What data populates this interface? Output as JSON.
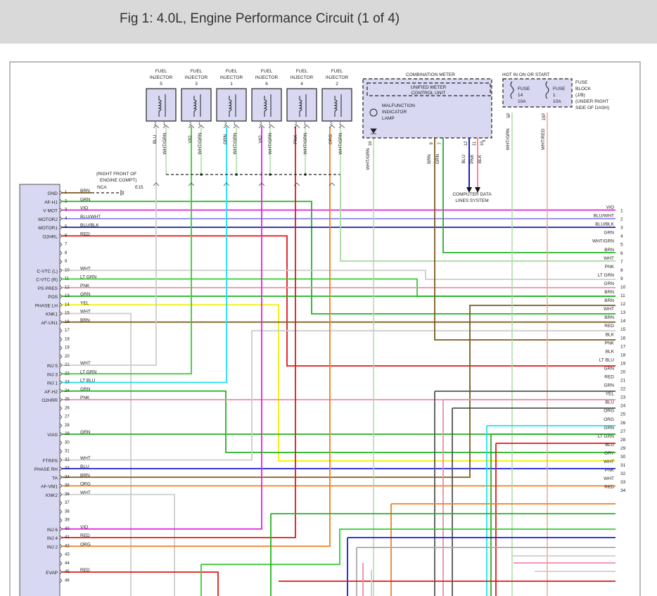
{
  "header": {
    "title": "Fig 1: 4.0L, Engine Performance Circuit (1 of 4)"
  },
  "injectors": [
    {
      "label": "FUEL INJECTOR",
      "num": "5",
      "pin_left": "2",
      "pin_right": "1",
      "wire_left": "BLU",
      "wire_right": "WHT/GRN"
    },
    {
      "label": "FUEL INJECTOR",
      "num": "3",
      "pin_left": "2",
      "pin_right": "1",
      "wire_left": "VIO",
      "wire_right": "WHT/GRN"
    },
    {
      "label": "FUEL INJECTOR",
      "num": "1",
      "pin_left": "2",
      "pin_right": "1",
      "wire_left": "GRN",
      "wire_right": "WHT/GRN"
    },
    {
      "label": "FUEL INJECTOR",
      "num": "6",
      "pin_left": "2",
      "pin_right": "1",
      "wire_left": "VIO",
      "wire_right": "WHT/GRN"
    },
    {
      "label": "FUEL INJECTOR",
      "num": "4",
      "pin_left": "2",
      "pin_right": "1",
      "wire_left": "PNK",
      "wire_right": "WHT/GRN"
    },
    {
      "label": "FUEL INJECTOR",
      "num": "2",
      "pin_left": "2",
      "pin_right": "1",
      "wire_left": "ORG",
      "wire_right": "WHT/GRN"
    }
  ],
  "combination_meter": {
    "title": "COMBINATION METER",
    "unit": "UNIFIED METER CONTROL UNIT",
    "lamp": "MALFUNCTION INDICATOR LAMP",
    "pins": [
      {
        "pin": "16",
        "wire": "WHT/GRN"
      },
      {
        "pin": "9",
        "wire": "BRN"
      },
      {
        "pin": "7",
        "wire": "GRN"
      },
      {
        "pin": "12",
        "wire": "BLU"
      },
      {
        "pin": "11",
        "wire": "PNK"
      },
      {
        "pin": "10",
        "wire": "BLK"
      }
    ],
    "data_lines": "COMPUTER DATA LINES SYSTEM"
  },
  "fuse_block": {
    "hot_label": "HOT IN ON OR START",
    "fuse1": {
      "name": "FUSE",
      "num": "14",
      "rating": "10A"
    },
    "fuse2": {
      "name": "FUSE",
      "num": "1",
      "rating": "10A"
    },
    "label": "FUSE BLOCK (J/B) (UNDER RIGHT SIDE OF DASH)",
    "pin_a": "5P",
    "pin_b": "15P",
    "wire_a": "WHT/GRN",
    "wire_b": "WHT/RED"
  },
  "ground_note": {
    "line1": "(RIGHT FRONT OF",
    "line2": "ENGINE COMPT)",
    "nca": "NCA",
    "e15": "E15"
  },
  "ecm_pins": [
    {
      "n": "1",
      "name": "GND",
      "wire": "BRN"
    },
    {
      "n": "2",
      "name": "AF-H1",
      "wire": "GRN"
    },
    {
      "n": "3",
      "name": "V MOT",
      "wire": "VIO"
    },
    {
      "n": "4",
      "name": "MOTOR2",
      "wire": "BLU/WHT"
    },
    {
      "n": "5",
      "name": "MOTOR1",
      "wire": "BLU/BLK"
    },
    {
      "n": "6",
      "name": "O2HRL",
      "wire": "RED"
    },
    {
      "n": "7",
      "name": "",
      "wire": ""
    },
    {
      "n": "8",
      "name": "",
      "wire": ""
    },
    {
      "n": "9",
      "name": "",
      "wire": ""
    },
    {
      "n": "10",
      "name": "C-VTC (L)",
      "wire": "WHT"
    },
    {
      "n": "11",
      "name": "C-VTC (R)",
      "wire": "LT GRN"
    },
    {
      "n": "12",
      "name": "PS PRES",
      "wire": "PNK"
    },
    {
      "n": "13",
      "name": "POS",
      "wire": "GRN"
    },
    {
      "n": "14",
      "name": "PHASE LH",
      "wire": "YEL"
    },
    {
      "n": "15",
      "name": "KNK1",
      "wire": "WHT"
    },
    {
      "n": "16",
      "name": "AF-UN1",
      "wire": "BRN"
    },
    {
      "n": "17",
      "name": "",
      "wire": ""
    },
    {
      "n": "18",
      "name": "",
      "wire": ""
    },
    {
      "n": "19",
      "name": "",
      "wire": ""
    },
    {
      "n": "20",
      "name": "",
      "wire": ""
    },
    {
      "n": "21",
      "name": "INJ 5",
      "wire": "WHT"
    },
    {
      "n": "22",
      "name": "INJ 3",
      "wire": "LT GRN"
    },
    {
      "n": "23",
      "name": "INJ 1",
      "wire": "LT BLU"
    },
    {
      "n": "24",
      "name": "AF-H2",
      "wire": "GRN"
    },
    {
      "n": "25",
      "name": "O2HRR",
      "wire": "PNK"
    },
    {
      "n": "26",
      "name": "",
      "wire": ""
    },
    {
      "n": "27",
      "name": "",
      "wire": ""
    },
    {
      "n": "28",
      "name": "",
      "wire": ""
    },
    {
      "n": "29",
      "name": "VIAS",
      "wire": "GRN"
    },
    {
      "n": "30",
      "name": "",
      "wire": ""
    },
    {
      "n": "31",
      "name": "",
      "wire": ""
    },
    {
      "n": "32",
      "name": "FTRPS",
      "wire": "WHT"
    },
    {
      "n": "33",
      "name": "PHASE RH",
      "wire": "BLU"
    },
    {
      "n": "34",
      "name": "TA",
      "wire": "BRN"
    },
    {
      "n": "35",
      "name": "AF-VM1",
      "wire": "ORG"
    },
    {
      "n": "36",
      "name": "KNK2",
      "wire": "WHT"
    },
    {
      "n": "37",
      "name": "",
      "wire": ""
    },
    {
      "n": "38",
      "name": "",
      "wire": ""
    },
    {
      "n": "39",
      "name": "",
      "wire": ""
    },
    {
      "n": "40",
      "name": "INJ 6",
      "wire": "VIO"
    },
    {
      "n": "41",
      "name": "INJ 4",
      "wire": "RED"
    },
    {
      "n": "42",
      "name": "INJ 2",
      "wire": "ORG"
    },
    {
      "n": "43",
      "name": "",
      "wire": ""
    },
    {
      "n": "44",
      "name": "",
      "wire": ""
    },
    {
      "n": "45",
      "name": "EVAP",
      "wire": "RED"
    },
    {
      "n": "46",
      "name": "",
      "wire": ""
    }
  ],
  "right_terminals": [
    {
      "n": "1",
      "wire": "VIO"
    },
    {
      "n": "2",
      "wire": "BLU/WHT"
    },
    {
      "n": "3",
      "wire": "BLU/BLK"
    },
    {
      "n": "4",
      "wire": "GRN"
    },
    {
      "n": "5",
      "wire": "WHT/GRN"
    },
    {
      "n": "6",
      "wire": "BRN"
    },
    {
      "n": "7",
      "wire": "WHT"
    },
    {
      "n": "8",
      "wire": "PNK"
    },
    {
      "n": "9",
      "wire": "LT GRN"
    },
    {
      "n": "10",
      "wire": "GRN"
    },
    {
      "n": "11",
      "wire": "BRN"
    },
    {
      "n": "12",
      "wire": "BRN"
    },
    {
      "n": "13",
      "wire": "WHT"
    },
    {
      "n": "14",
      "wire": "BRN"
    },
    {
      "n": "15",
      "wire": "RED"
    },
    {
      "n": "16",
      "wire": "BLK"
    },
    {
      "n": "17",
      "wire": "PNK"
    },
    {
      "n": "18",
      "wire": "BLK"
    },
    {
      "n": "19",
      "wire": "LT BLU"
    },
    {
      "n": "20",
      "wire": "GRN"
    },
    {
      "n": "21",
      "wire": "RED"
    },
    {
      "n": "22",
      "wire": "GRN"
    },
    {
      "n": "23",
      "wire": "YEL"
    },
    {
      "n": "24",
      "wire": "BLU"
    },
    {
      "n": "25",
      "wire": "ORG"
    },
    {
      "n": "26",
      "wire": "ORG"
    },
    {
      "n": "27",
      "wire": "GRN"
    },
    {
      "n": "28",
      "wire": "LT GRN"
    },
    {
      "n": "29",
      "wire": "BLU"
    },
    {
      "n": "30",
      "wire": "GRY"
    },
    {
      "n": "31",
      "wire": "WHT"
    },
    {
      "n": "32",
      "wire": "PNK"
    },
    {
      "n": "33",
      "wire": "WHT"
    },
    {
      "n": "34",
      "wire": "RED"
    }
  ],
  "wire_colors": {
    "BRN": "#7a5a1e",
    "GRN": "#22b222",
    "VIO": "#e020e0",
    "BLU/WHT": "#8a7fe8",
    "BLU/BLK": "#2020a0",
    "RED": "#e01818",
    "WHT": "#cccccc",
    "LT GRN": "#33cc33",
    "PNK": "#f08aa8",
    "YEL": "#f0f000",
    "LT BLU": "#20e0f0",
    "BLU": "#1a1ad8",
    "ORG": "#f08020",
    "BLK": "#555555",
    "GRY": "#aaaaaa",
    "WHT/GRN": "#a8d8a0",
    "WHT/RED": "#f0a090"
  }
}
